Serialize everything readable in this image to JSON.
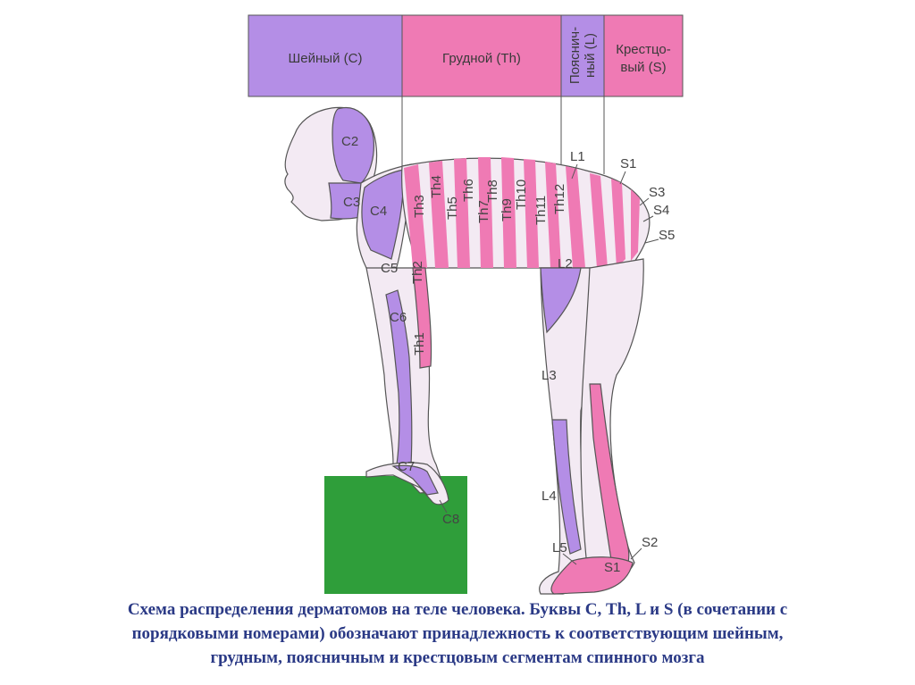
{
  "header": {
    "cervical": "Шейный (C)",
    "thoracic": "Грудной (Th)",
    "lumbar_line1": "Пояснич-",
    "lumbar_line2": "ный (L)",
    "sacral_line1": "Крестцо-",
    "sacral_line2": "вый (S)"
  },
  "colors": {
    "cervical": "#b48ee6",
    "thoracic": "#ef7ab4",
    "lumbar": "#b48ee6",
    "sacral": "#ef7ab4",
    "skin": "#f3eaf3",
    "box": "#2f9e3a",
    "caption": "#2b3a86"
  },
  "labels": {
    "C2": "C2",
    "C3": "C3",
    "C4": "C4",
    "C5": "C5",
    "C6": "C6",
    "C7": "C7",
    "C8": "C8",
    "Th1": "Th1",
    "Th2": "Th2",
    "Th3": "Th3",
    "Th4": "Th4",
    "Th5": "Th5",
    "Th6": "Th6",
    "Th7": "Th7",
    "Th8": "Th8",
    "Th9": "Th9",
    "Th10": "Th10",
    "Th11": "Th11",
    "Th12": "Th12",
    "L1": "L1",
    "L2": "L2",
    "L3": "L3",
    "L4": "L4",
    "L5": "L5",
    "S1_top": "S1",
    "S1_foot": "S1",
    "S2": "S2",
    "S3": "S3",
    "S4": "S4",
    "S5": "S5"
  },
  "caption": {
    "line1": "Схема распределения дерматомов на теле человека. Буквы С, Th, L и S (в сочетании с",
    "line2": "порядковыми номерами) обозначают принадлежность к соответствующим шейным,",
    "line3": "грудным, поясничным и крестцовым сегментам спинного мозга"
  }
}
